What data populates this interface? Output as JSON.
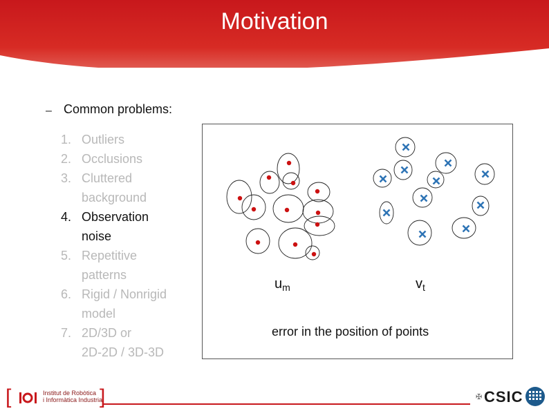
{
  "slide": {
    "title": "Motivation",
    "bullet": "–",
    "subtitle": "Common problems:"
  },
  "list": [
    {
      "num": "1.",
      "lines": [
        "Outliers"
      ],
      "highlight": false
    },
    {
      "num": "2.",
      "lines": [
        "Occlusions"
      ],
      "highlight": false
    },
    {
      "num": "3.",
      "lines": [
        "Cluttered",
        "background"
      ],
      "highlight": false
    },
    {
      "num": "4.",
      "lines": [
        "Observation",
        "noise"
      ],
      "highlight": true
    },
    {
      "num": "5.",
      "lines": [
        "Repetitive",
        "patterns"
      ],
      "highlight": false
    },
    {
      "num": "6.",
      "lines": [
        "Rigid / Nonrigid",
        "model"
      ],
      "highlight": false
    },
    {
      "num": "7.",
      "lines": [
        "2D/3D or",
        "2D-2D / 3D-3D"
      ],
      "highlight": false
    }
  ],
  "figure": {
    "u_label": "u",
    "u_sub": "m",
    "v_label": "v",
    "v_sub": "t",
    "caption": "error in the position of points",
    "dot_color": "#cc1111",
    "cross_color": "#2e74b5"
  },
  "footer": {
    "institute_line1": "Institut de Robòtica",
    "institute_line2": "i Informàtica Industrial",
    "csic": "CSIC",
    "accent": "#c8181c"
  }
}
